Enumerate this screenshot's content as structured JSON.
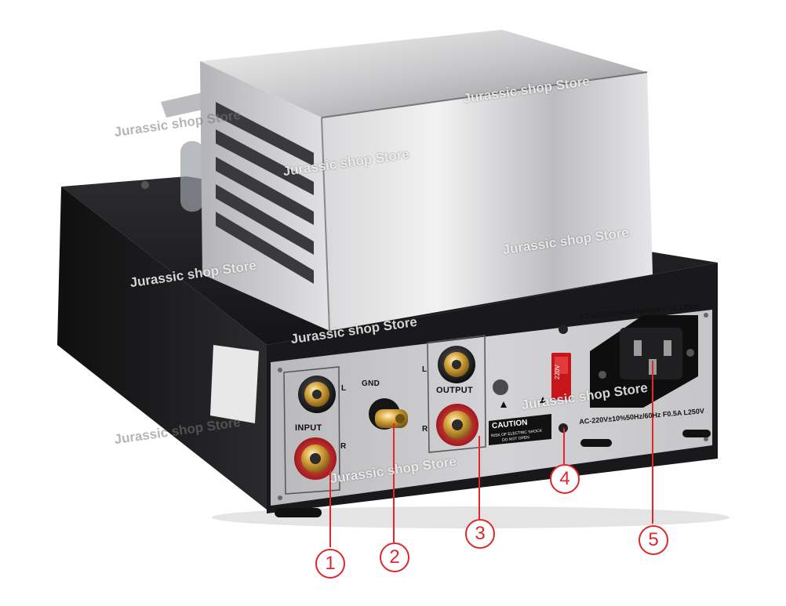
{
  "panel": {
    "input_label": "INPUT",
    "output_label": "OUTPUT",
    "gnd_label": "GND",
    "left_marker": "L",
    "right_marker": "R",
    "caution_title": "CAUTION",
    "caution_line1": "RISK OF ELECTRIC SHOCK",
    "caution_line2": "DO NOT OPEN",
    "voltage_switch": "220V",
    "ac_top": "AC-110V±10%50Hz/60Hz F 1A L250V",
    "ac_bottom": "AC-220V±10%50Hz/60Hz F0.5A L250V"
  },
  "callouts": [
    "1",
    "2",
    "3",
    "4",
    "5"
  ],
  "watermark": "Jurassic shop Store",
  "colors": {
    "callout": "#e0272b",
    "chassis": "#1b1b1d",
    "panel": "#c9c9c9",
    "rca_red": "#c81f22",
    "gold": "#d6a53a"
  }
}
